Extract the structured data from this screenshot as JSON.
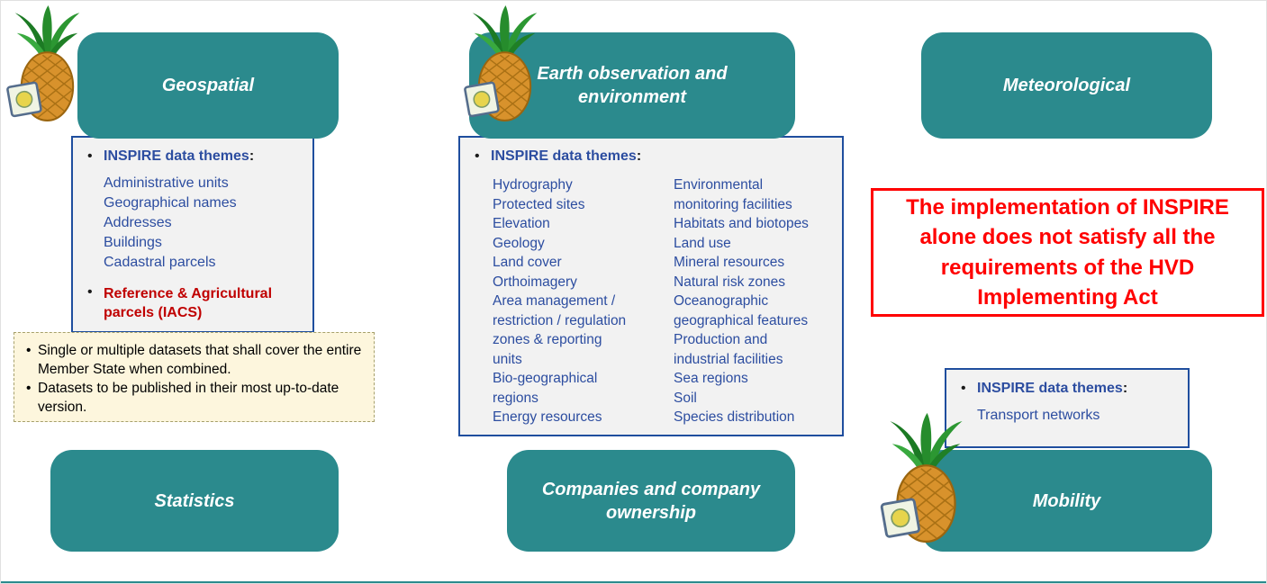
{
  "categories": {
    "geospatial": {
      "label": "Geospatial"
    },
    "earth": {
      "label": "Earth observation and environment"
    },
    "meteorological": {
      "label": "Meteorological"
    },
    "statistics": {
      "label": "Statistics"
    },
    "companies": {
      "label": "Companies and company ownership"
    },
    "mobility": {
      "label": "Mobility"
    }
  },
  "panel_heading": {
    "label": "INSPIRE data themes",
    "suffix": ":"
  },
  "geospatial_panel": {
    "themes": [
      "Administrative units",
      "Geographical names",
      "Addresses",
      "Buildings",
      "Cadastral parcels"
    ],
    "extra_bullet": "Reference & Agricultural parcels (IACS)"
  },
  "note_box": {
    "items": [
      "Single or multiple datasets that shall cover the entire Member State when combined.",
      "Datasets to be published in their most up-to-date version."
    ]
  },
  "earth_panel": {
    "col1": [
      "Hydrography",
      "Protected sites",
      "Elevation",
      "Geology",
      "Land cover",
      "Orthoimagery",
      "Area management / restriction / regulation zones & reporting units",
      "Bio-geographical regions",
      "Energy resources"
    ],
    "col2": [
      "Environmental monitoring facilities",
      "Habitats and biotopes",
      "Land use",
      "Mineral resources",
      "Natural risk zones",
      "Oceanographic geographical features",
      "Production and industrial facilities",
      "Sea regions",
      "Soil",
      "Species distribution"
    ]
  },
  "warning_box": {
    "text": "The implementation of INSPIRE alone does not satisfy all the requirements of the HVD Implementing Act"
  },
  "mobility_panel": {
    "themes": [
      "Transport networks"
    ]
  },
  "icons": [
    {
      "name": "pineapple-icon",
      "glyph": "pineapple with hanging tag"
    }
  ],
  "colors": {
    "teal": "#2b8a8d",
    "blue_text": "#2c4da0",
    "blue_border": "#1f4e9e",
    "dark_red": "#c00000",
    "red": "#ff0000",
    "note_bg": "#fdf6dd",
    "note_border": "#a6a06b",
    "panel_bg": "#f2f2f2"
  }
}
